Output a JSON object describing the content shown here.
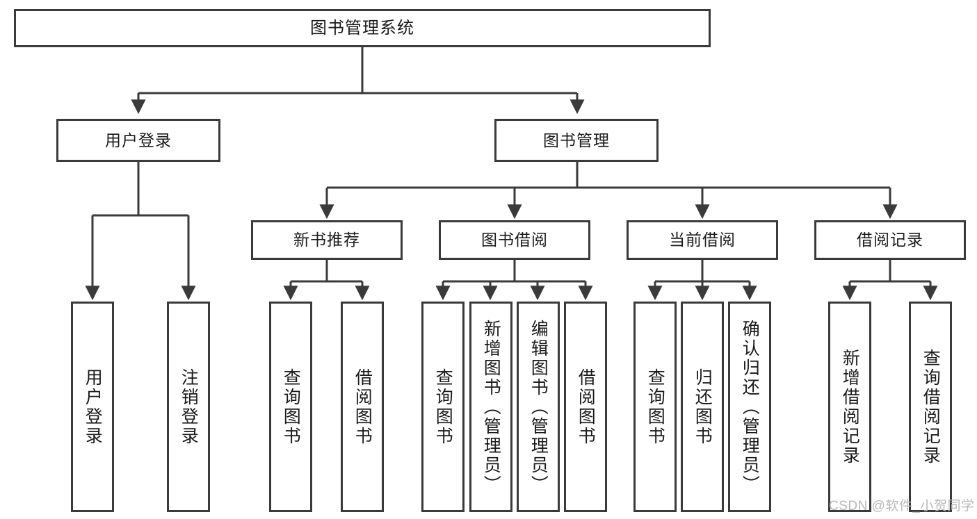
{
  "diagram": {
    "type": "hierarchy-tree",
    "title": "图书管理系统",
    "levels": {
      "root": {
        "label": "图书管理系统"
      },
      "level2": [
        {
          "key": "user-login",
          "label": "用户登录"
        },
        {
          "key": "book-management",
          "label": "图书管理"
        }
      ],
      "level3": [
        {
          "key": "new-book-recommend",
          "label": "新书推荐",
          "parent": "book-management"
        },
        {
          "key": "book-borrow",
          "label": "图书借阅",
          "parent": "book-management"
        },
        {
          "key": "current-borrow",
          "label": "当前借阅",
          "parent": "book-management"
        },
        {
          "key": "borrow-record",
          "label": "借阅记录",
          "parent": "book-management"
        }
      ],
      "leaves": [
        {
          "key": "leaf-user-login",
          "label": "用户登录",
          "parent": "user-login"
        },
        {
          "key": "leaf-logout",
          "label": "注销登录",
          "parent": "user-login"
        },
        {
          "key": "leaf-query-book-1",
          "label": "查询图书",
          "parent": "new-book-recommend"
        },
        {
          "key": "leaf-borrow-book-1",
          "label": "借阅图书",
          "parent": "new-book-recommend"
        },
        {
          "key": "leaf-query-book-2",
          "label": "查询图书",
          "parent": "book-borrow"
        },
        {
          "key": "leaf-add-book",
          "label": "新增图书（管理员）",
          "parent": "book-borrow"
        },
        {
          "key": "leaf-edit-book",
          "label": "编辑图书（管理员）",
          "parent": "book-borrow"
        },
        {
          "key": "leaf-borrow-book-2",
          "label": "借阅图书",
          "parent": "book-borrow"
        },
        {
          "key": "leaf-query-book-3",
          "label": "查询图书",
          "parent": "current-borrow"
        },
        {
          "key": "leaf-return-book",
          "label": "归还图书",
          "parent": "current-borrow"
        },
        {
          "key": "leaf-confirm-return",
          "label": "确认归还（管理员）",
          "parent": "current-borrow"
        },
        {
          "key": "leaf-add-record",
          "label": "新增借阅记录",
          "parent": "borrow-record"
        },
        {
          "key": "leaf-query-record",
          "label": "查询借阅记录",
          "parent": "borrow-record"
        }
      ]
    },
    "colors": {
      "border": "#3a3a3a",
      "background": "#ffffff",
      "text": "#1a1a1a",
      "watermark": "#b9b9b9"
    }
  },
  "watermark": {
    "text": "CSDN @软件_小贺同学"
  }
}
